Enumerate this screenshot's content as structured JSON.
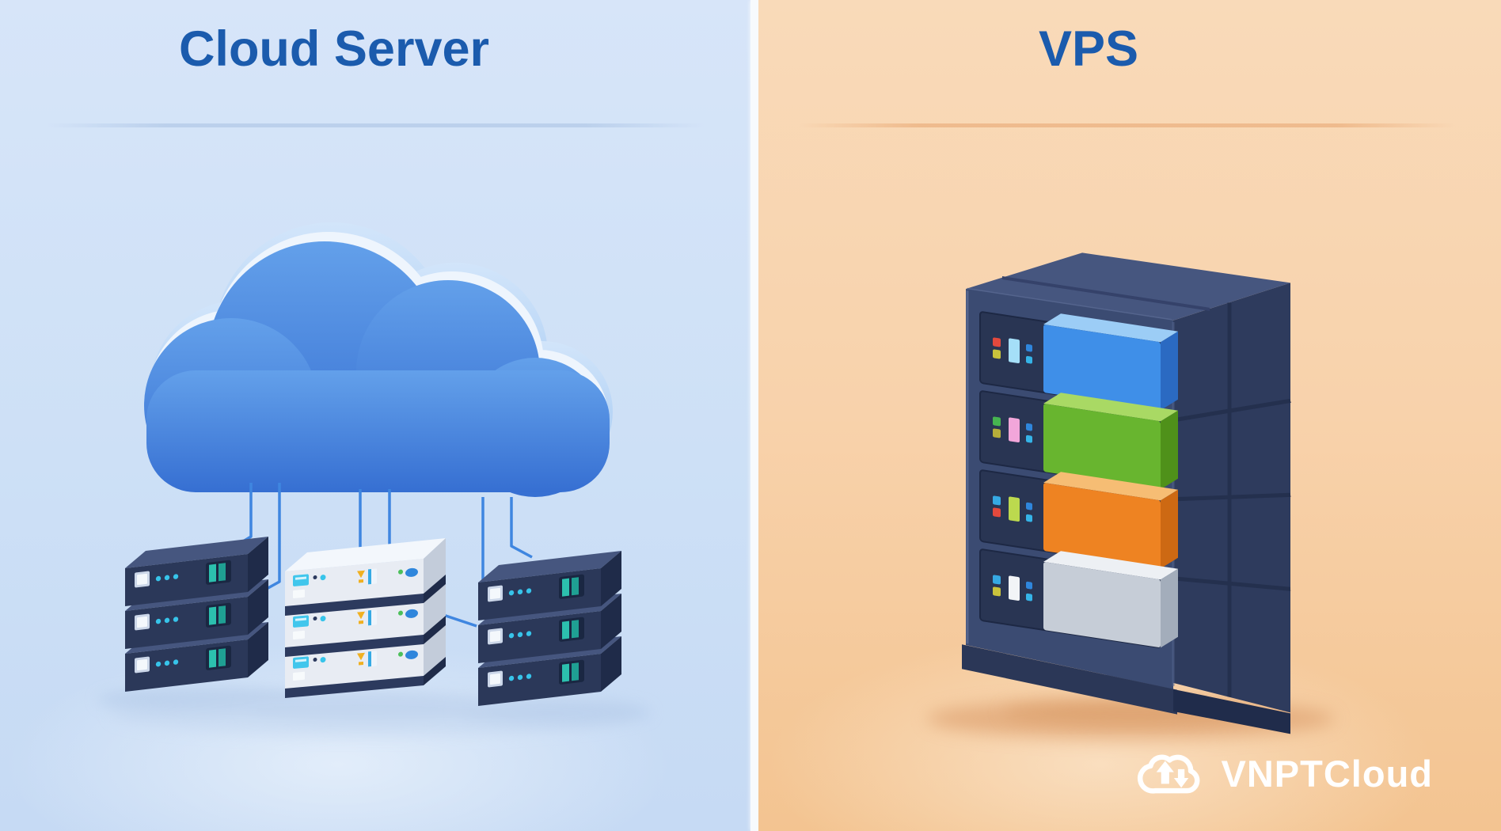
{
  "panels": {
    "left": {
      "title": "Cloud Server"
    },
    "right": {
      "title": "VPS"
    }
  },
  "logo": {
    "text": "VNPTCloud"
  },
  "icons": {
    "cloud-icon": "3d-cloud",
    "server-stack-icon": "stacked-server-units",
    "vps-tower-icon": "server-tower-with-colored-drives",
    "logo-cloud-icon": "cloud-with-up-down-arrows"
  },
  "colors": {
    "title-text": "#1b5bad",
    "left-bg-top": "#d7e5f9",
    "left-bg-bottom": "#c6daf4",
    "right-bg-top": "#f9dab9",
    "right-bg-bottom": "#f3c491",
    "panel-divider": "#f7fafd",
    "left-rule": "#b7cdea",
    "right-rule": "#e8a873",
    "cloud-blue": "#4787e0",
    "connector-blue": "#3f86e0",
    "server-navy": "#2b3859",
    "server-light": "#e8ecf3",
    "tower-navy": "#3b4b72",
    "drive-blue": "#3f8fe8",
    "drive-green": "#68b52f",
    "drive-orange": "#ee8322",
    "drive-silver": "#c6cdd7",
    "led-cyan": "#37c4ea",
    "led-teal": "#2cc0ae",
    "led-red": "#e3493d",
    "led-yellow": "#c9c33c",
    "led-green": "#46b450",
    "led-pink": "#f2a6da",
    "logo-text": "#ffffff"
  }
}
